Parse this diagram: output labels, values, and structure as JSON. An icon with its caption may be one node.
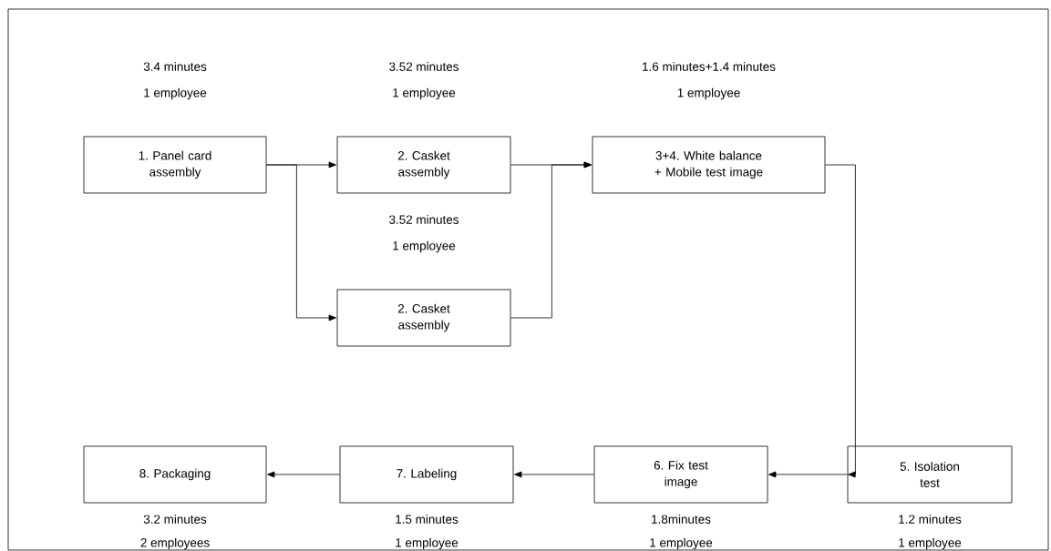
{
  "diagram": {
    "nodes": [
      {
        "text": [
          "1. Panel card assembly"
        ],
        "beside": [
          "3.4 minutes",
          "1 employee"
        ]
      },
      {
        "text": [
          "2. Casket assembly"
        ],
        "beside": [
          "3.52 minutes",
          "1 employee"
        ]
      },
      {
        "text": [
          "3+4. White balance + Mobile test image"
        ],
        "beside": [
          "1.6 minutes+1.4 minutes",
          "1 employee"
        ]
      },
      {
        "text": [
          "2. Casket assembly"
        ],
        "beside": [
          "3.52 minutes",
          "1 employee"
        ]
      },
      {
        "text": [
          "8. Packaging"
        ],
        "beside": [
          "3.2 minutes",
          "2 employees"
        ]
      },
      {
        "text": [
          "7. Labeling"
        ],
        "beside": [
          "1.5 minutes",
          "1 employee"
        ]
      },
      {
        "text": [
          "6. Fix test image"
        ],
        "beside": [
          "1.8minutes",
          "1 employee"
        ]
      },
      {
        "text": [
          "5. Isolation test"
        ],
        "beside": [
          "1.2 minutes",
          "1 employee"
        ]
      }
    ],
    "edges": [
      {
        "from": 0,
        "to": 1,
        "arrow": "to"
      },
      {
        "from": 0,
        "to": 3,
        "arrow": "to"
      },
      {
        "from": 1,
        "to": 2,
        "arrow": "to"
      },
      {
        "from": 3,
        "to": 2,
        "arrow": "to"
      },
      {
        "from": 2,
        "to": 7,
        "arrow": "to"
      },
      {
        "from": 7,
        "to": 6,
        "arrow": "to"
      },
      {
        "from": 6,
        "to": 5,
        "arrow": "to"
      },
      {
        "from": 5,
        "to": 4,
        "arrow": "to"
      }
    ]
  }
}
